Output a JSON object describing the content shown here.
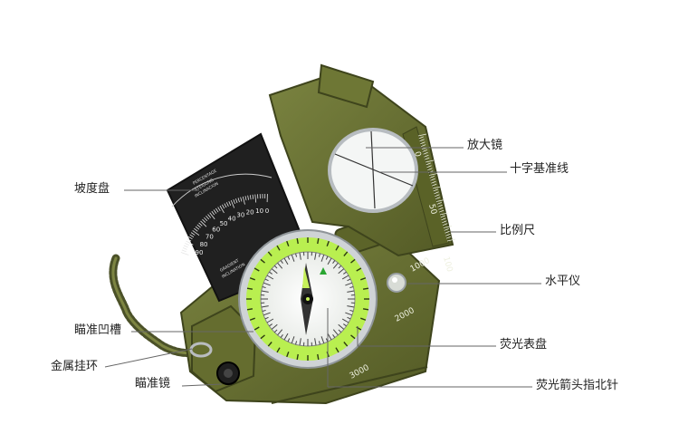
{
  "labels": {
    "magnifier": "放大镜",
    "crosshair": "十字基准线",
    "scale_ruler": "比例尺",
    "level_bubble": "水平仪",
    "luminous_dial": "荧光表盘",
    "luminous_needle": "荧光箭头指北针",
    "clinometer": "坡度盘",
    "sight_notch": "瞄准凹槽",
    "metal_ring": "金属挂环",
    "sight_lens": "瞄准镜"
  },
  "lid_scale": [
    "0",
    "50",
    "100"
  ],
  "base_scale": [
    "1000",
    "2000",
    "3000"
  ],
  "clinometer_numbers": [
    "90",
    "80",
    "70",
    "60",
    "50",
    "40",
    "30",
    "20",
    "10",
    "0"
  ],
  "clinometer_texts": [
    "PERCENTAGE",
    "STEIGUNG",
    "INCLINACION",
    "GRADIENT",
    "INCLINATION"
  ],
  "colors": {
    "olive": "#6b7433",
    "olive_dark": "#4c5322",
    "luminous": "#b8ef4a",
    "label_line": "#666666"
  }
}
